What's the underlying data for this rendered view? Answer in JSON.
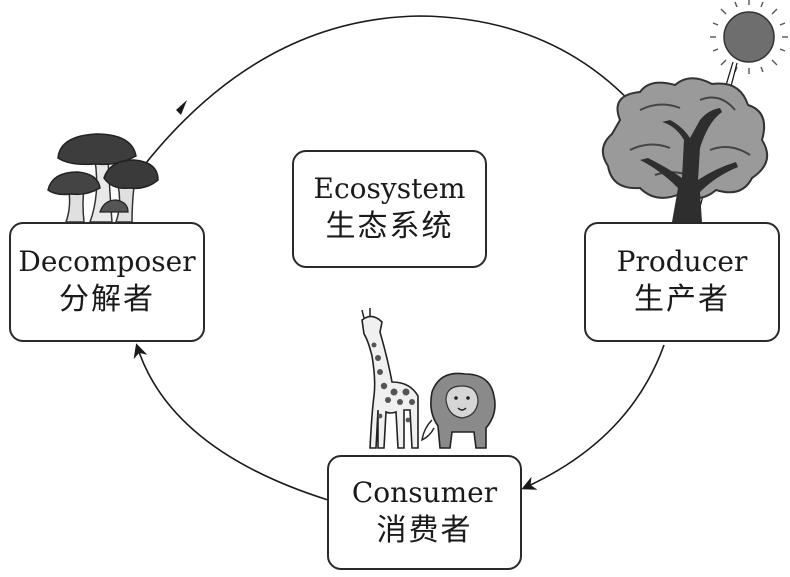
{
  "center": {
    "en": "Ecosystem",
    "zh": "生态系统"
  },
  "nodes": {
    "producer": {
      "en": "Producer",
      "zh": "生产者"
    },
    "consumer": {
      "en": "Consumer",
      "zh": "消费者"
    },
    "decomposer": {
      "en": "Decomposer",
      "zh": "分解者"
    }
  },
  "cycle_order": [
    "producer",
    "consumer",
    "decomposer"
  ],
  "colors": {
    "line": "#1a1a1a",
    "illustration_dark": "#3a3a3a",
    "illustration_mid": "#7a7a7a",
    "illustration_light": "#bdbdbd"
  }
}
